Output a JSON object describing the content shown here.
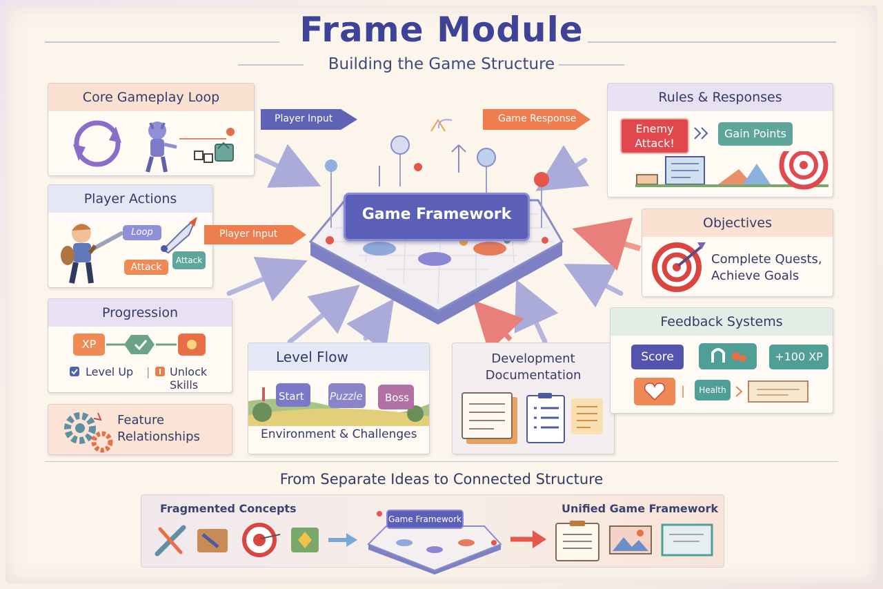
{
  "header": {
    "title": "Frame Module",
    "subtitle": "Building the Game Structure"
  },
  "center": {
    "label": "Game Framework",
    "input_arrow": "Player Input",
    "response_arrow": "Game Response"
  },
  "core_loop": {
    "title": "Core Gameplay Loop"
  },
  "player_actions": {
    "title": "Player Actions",
    "loop_tag": "Loop",
    "attack_tag": "Attack",
    "attack_tag2": "Attack",
    "arrow": "Player Input"
  },
  "progression": {
    "title": "Progression",
    "xp": "XP",
    "level_up": "Level Up",
    "separator": "|",
    "unlock": "Unlock Skills"
  },
  "feature_rel": {
    "line1": "Feature",
    "line2": "Relationships"
  },
  "level_flow": {
    "title": "Level Flow",
    "start": "Start",
    "puzzle": "Puzzle",
    "boss": "Boss",
    "caption": "Environment & Challenges"
  },
  "dev_docs": {
    "line1": "Development",
    "line2": "Documentation"
  },
  "rules": {
    "title": "Rules & Responses",
    "enemy_line1": "Enemy",
    "enemy_line2": "Attack!",
    "gain": "Gain Points"
  },
  "objectives": {
    "title": "Objectives",
    "line1": "Complete Quests,",
    "line2": "Achieve Goals"
  },
  "feedback": {
    "title": "Feedback Systems",
    "score": "Score",
    "xp": "+100 XP",
    "health": "Health"
  },
  "bottom": {
    "heading": "From Separate Ideas to Connected Structure",
    "fragmented": "Fragmented Concepts",
    "mini_label": "Game Framework",
    "unified": "Unified Game Framework"
  },
  "colors": {
    "accent": "#3f4397",
    "orange": "#ea7d4e",
    "teal": "#4f9f97",
    "red": "#e04a4f"
  }
}
